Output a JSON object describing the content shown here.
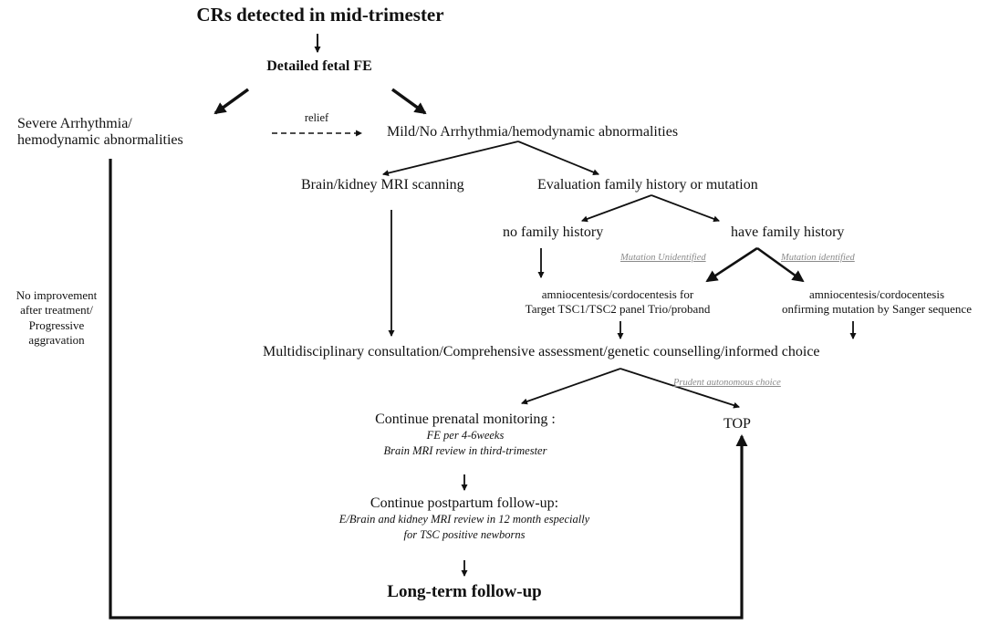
{
  "nodes": {
    "crs_detected": "CRs detected in mid-trimester",
    "detailed_fe": "Detailed fetal FE",
    "severe_arrhythmia_line1": "Severe Arrhythmia/",
    "severe_arrhythmia_line2": "hemodynamic abnormalities",
    "relief": "relief",
    "mild_no_arrhythmia": "Mild/No Arrhythmia/hemodynamic abnormalities",
    "brain_kidney_mri": "Brain/kidney MRI scanning",
    "evaluation_family": "Evaluation family history or mutation",
    "no_family_history": "no family history",
    "have_family_history": "have family history",
    "mutation_unidentified": "Mutation Unidentified",
    "mutation_identified": "Mutation identified",
    "amnio_target_line1": "amniocentesis/cordocentesis for",
    "amnio_target_line2": "Target TSC1/TSC2 panel Trio/proband",
    "amnio_sanger_line1": "amniocentesis/cordocentesis",
    "amnio_sanger_line2": "onfirming mutation by Sanger sequence",
    "no_improvement_line1": "No improvement",
    "no_improvement_line2": "after treatment/",
    "no_improvement_line3": "Progressive",
    "no_improvement_line4": "aggravation",
    "multidisciplinary": "Multidisciplinary consultation/Comprehensive assessment/genetic counselling/informed choice",
    "prudent_choice": "Prudent autonomous choice",
    "continue_prenatal": "Continue prenatal monitoring :",
    "fe_per_weeks": "FE per 4-6weeks",
    "brain_mri_review": "Brain MRI review in third-trimester",
    "top": "TOP",
    "continue_postpartum": "Continue postpartum follow-up:",
    "postpartum_line1": "E/Brain and kidney MRI review in 12 month especially",
    "postpartum_line2": "for TSC positive newborns",
    "long_term": "Long-term follow-up"
  }
}
